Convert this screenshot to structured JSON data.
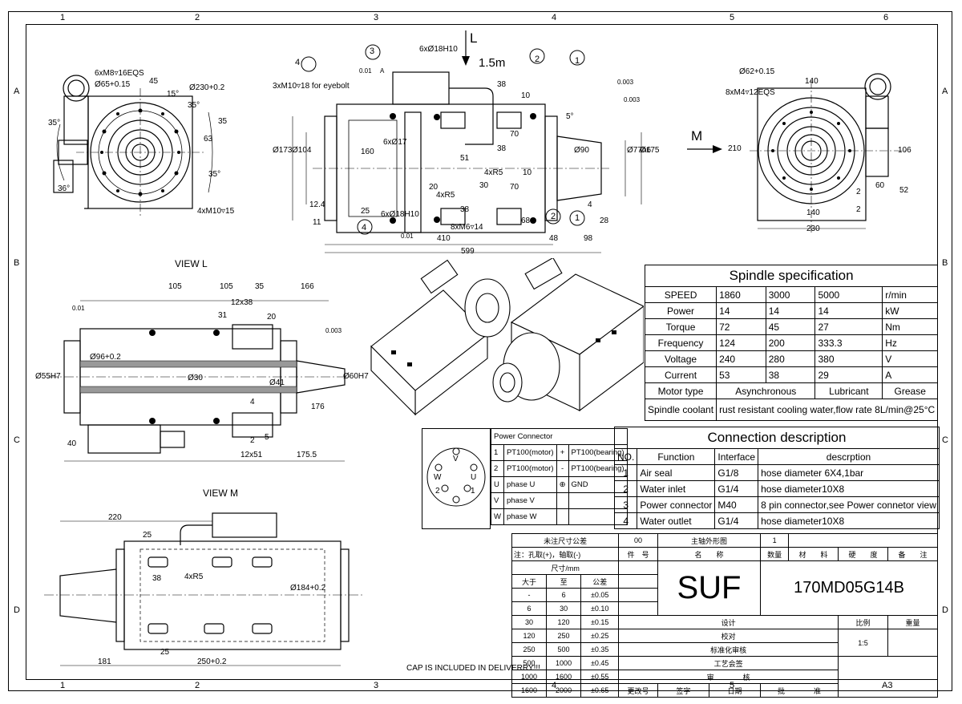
{
  "border": {
    "top_numbers": [
      "1",
      "2",
      "3",
      "4",
      "5",
      "6"
    ],
    "bottom_numbers": [
      "1",
      "2",
      "3",
      "4",
      "5",
      "A3"
    ],
    "side_letters": [
      "A",
      "B",
      "C",
      "D"
    ]
  },
  "views": {
    "view_l": "VIEW L",
    "view_m": "VIEW M",
    "arrow_l": "L",
    "arrow_m": "M",
    "cap_note": "CAP IS INCLUDED IN DELIVERRY!!!"
  },
  "dims": {
    "front_left": [
      "6xM8▿16EQS",
      "Ø65+0.15",
      "45",
      "Ø230+0.2",
      "15°",
      "35°",
      "35",
      "63",
      "35°",
      "36°",
      "4xM10▿15",
      "35°"
    ],
    "top_center": [
      "3xM10▿18 for eyebolt",
      "6xØ18H10",
      "1.5m",
      "0.01",
      "A",
      "0.003",
      "0.003",
      "38",
      "10",
      "70",
      "38",
      "51",
      "160",
      "6xØ17",
      "4xR5",
      "Ø173",
      "Ø104",
      "12.4",
      "25",
      "20",
      "11",
      "30",
      "4xR5",
      "38",
      "70",
      "10",
      "68",
      "6xØ18H10",
      "8xM6▿14",
      "0.01",
      "410",
      "48",
      "98",
      "599",
      "28",
      "4",
      "Ø175",
      "Ø77h6",
      "Ø90",
      "5°"
    ],
    "front_right": [
      "Ø62+0.15",
      "8xM4▿12EQS",
      "140",
      "210",
      "106",
      "60",
      "52",
      "2",
      "140",
      "2",
      "230"
    ],
    "view_l_dims": [
      "105",
      "105",
      "35",
      "166",
      "12x38",
      "31",
      "20",
      "0.01",
      "0.003",
      "Ø55H7",
      "Ø96+0.2",
      "Ø30",
      "Ø41",
      "Ø60H7",
      "4",
      "176",
      "40",
      "2",
      "5",
      "12x51",
      "175.5"
    ],
    "view_m_dims": [
      "220",
      "25",
      "38",
      "4xR5",
      "Ø184+0.2",
      "181",
      "25",
      "250+0.2"
    ],
    "callouts": [
      "1",
      "2",
      "3",
      "4"
    ]
  },
  "spec": {
    "title": "Spindle  specification",
    "rows": [
      {
        "label": "SPEED",
        "v1": "1860",
        "v2": "3000",
        "v3": "5000",
        "unit": "r/min"
      },
      {
        "label": "Power",
        "v1": "14",
        "v2": "14",
        "v3": "14",
        "unit": "kW"
      },
      {
        "label": "Torque",
        "v1": "72",
        "v2": "45",
        "v3": "27",
        "unit": "Nm"
      },
      {
        "label": "Frequency",
        "v1": "124",
        "v2": "200",
        "v3": "333.3",
        "unit": "Hz"
      },
      {
        "label": "Voltage",
        "v1": "240",
        "v2": "280",
        "v3": "380",
        "unit": "V"
      },
      {
        "label": "Current",
        "v1": "53",
        "v2": "38",
        "v3": "29",
        "unit": "A"
      }
    ],
    "motor_type_label": "Motor type",
    "motor_type": "Asynchronous",
    "lubricant_label": "Lubricant",
    "lubricant": "Grease",
    "coolant_label": "Spindle coolant",
    "coolant": "rust resistant cooling water,flow rate 8L/min@25°C"
  },
  "connection": {
    "title": "Connection description",
    "headers": [
      "NO.",
      "Function",
      "Interface",
      "descrption"
    ],
    "rows": [
      {
        "no": "1",
        "function": "Air seal",
        "interface": "G1/8",
        "desc": "hose diameter 6X4,1bar"
      },
      {
        "no": "2",
        "function": "Water inlet",
        "interface": "G1/4",
        "desc": "hose diameter10X8"
      },
      {
        "no": "3",
        "function": "Power connector",
        "interface": "M40",
        "desc": "8 pin connector,see Power connetor view"
      },
      {
        "no": "4",
        "function": "Water outlet",
        "interface": "G1/4",
        "desc": "hose diameter10X8"
      }
    ]
  },
  "power_connector": {
    "title": "Power Connector",
    "rows": [
      {
        "p1": "1",
        "n1": "PT100(motor)",
        "p2": "+",
        "n2": "PT100(bearing)"
      },
      {
        "p1": "2",
        "n1": "PT100(motor)",
        "p2": "-",
        "n2": "PT100(bearing)"
      },
      {
        "p1": "U",
        "n1": "phase U",
        "p2": "⊕",
        "n2": "GND"
      },
      {
        "p1": "V",
        "n1": "phase V",
        "p2": "",
        "n2": ""
      },
      {
        "p1": "W",
        "n1": "phase W",
        "p2": "",
        "n2": ""
      }
    ],
    "pins": [
      "V",
      "W",
      "U",
      "1",
      "2"
    ]
  },
  "title_block": {
    "tol_title": "未注尺寸公差",
    "tol_code": "00",
    "main_drawing": "主轴外形图",
    "sheet": "1",
    "note": "注：孔取(+)，轴取(-)",
    "cols": [
      "件　号",
      "名　　称",
      "数量",
      "材　　料",
      "硬　　度",
      "备　　注"
    ],
    "unit": "尺寸/mm",
    "tol_headers": [
      "大于",
      "至",
      "公差"
    ],
    "tol_rows": [
      [
        "-",
        "6",
        "±0.05"
      ],
      [
        "6",
        "30",
        "±0.10"
      ],
      [
        "30",
        "120",
        "±0.15"
      ],
      [
        "120",
        "250",
        "±0.25"
      ],
      [
        "250",
        "500",
        "±0.35"
      ],
      [
        "500",
        "1000",
        "±0.45"
      ],
      [
        "1000",
        "1600",
        "±0.55"
      ],
      [
        "1600",
        "2000",
        "±0.65"
      ]
    ],
    "brand": "SUF",
    "model": "170MD05G14B",
    "scale_label": "比例",
    "weight_label": "重量",
    "scale": "1:5",
    "design": "设计",
    "check": "校对",
    "std": "标准化审核",
    "process": "工艺会签",
    "review": "审　　　　核",
    "approve": "批　　　　准",
    "change_no": "更改号",
    "sign": "签字",
    "date": "日期"
  }
}
